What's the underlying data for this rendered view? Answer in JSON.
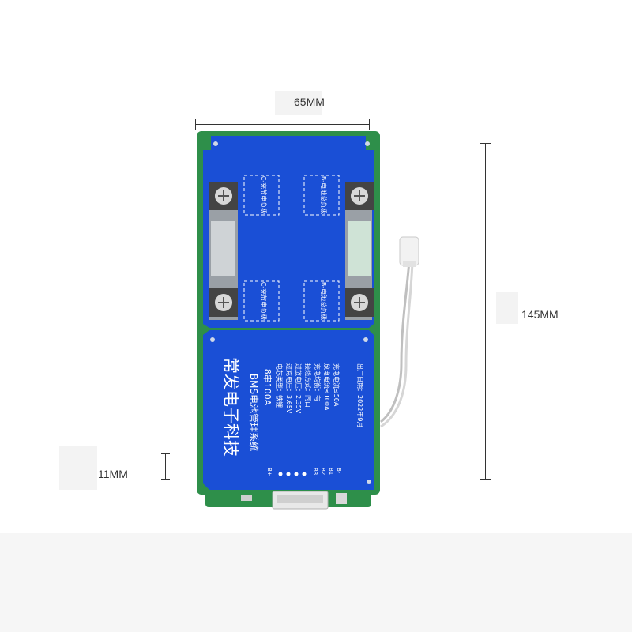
{
  "dimensions": {
    "width": "65MM",
    "height": "145MM",
    "thickness": "11MM"
  },
  "board": {
    "brand": "常发电子科技",
    "system": "BMS电池管理系统",
    "model": "8串100A",
    "labels": {
      "c_top": "C-充放电负极",
      "b_top": "B-电池总负极",
      "c_bottom": "C-充放电负极",
      "b_bottom": "B-电池总负极"
    },
    "specs": [
      "电芯类型：铁锂",
      "过充电压：3.65V",
      "过放电压：2.35V",
      "接线方式：同口",
      "充电均衡：有",
      "放电电流≤100A",
      "充电电流≤50A"
    ],
    "date": "出厂日期：2022年9月",
    "pins": [
      "B+",
      "B3",
      "B2",
      "B1",
      "B-"
    ]
  },
  "colors": {
    "board_blue": "#1a4fd6",
    "pcb_green": "#2e8f4a",
    "text_white": "#ffffff"
  }
}
